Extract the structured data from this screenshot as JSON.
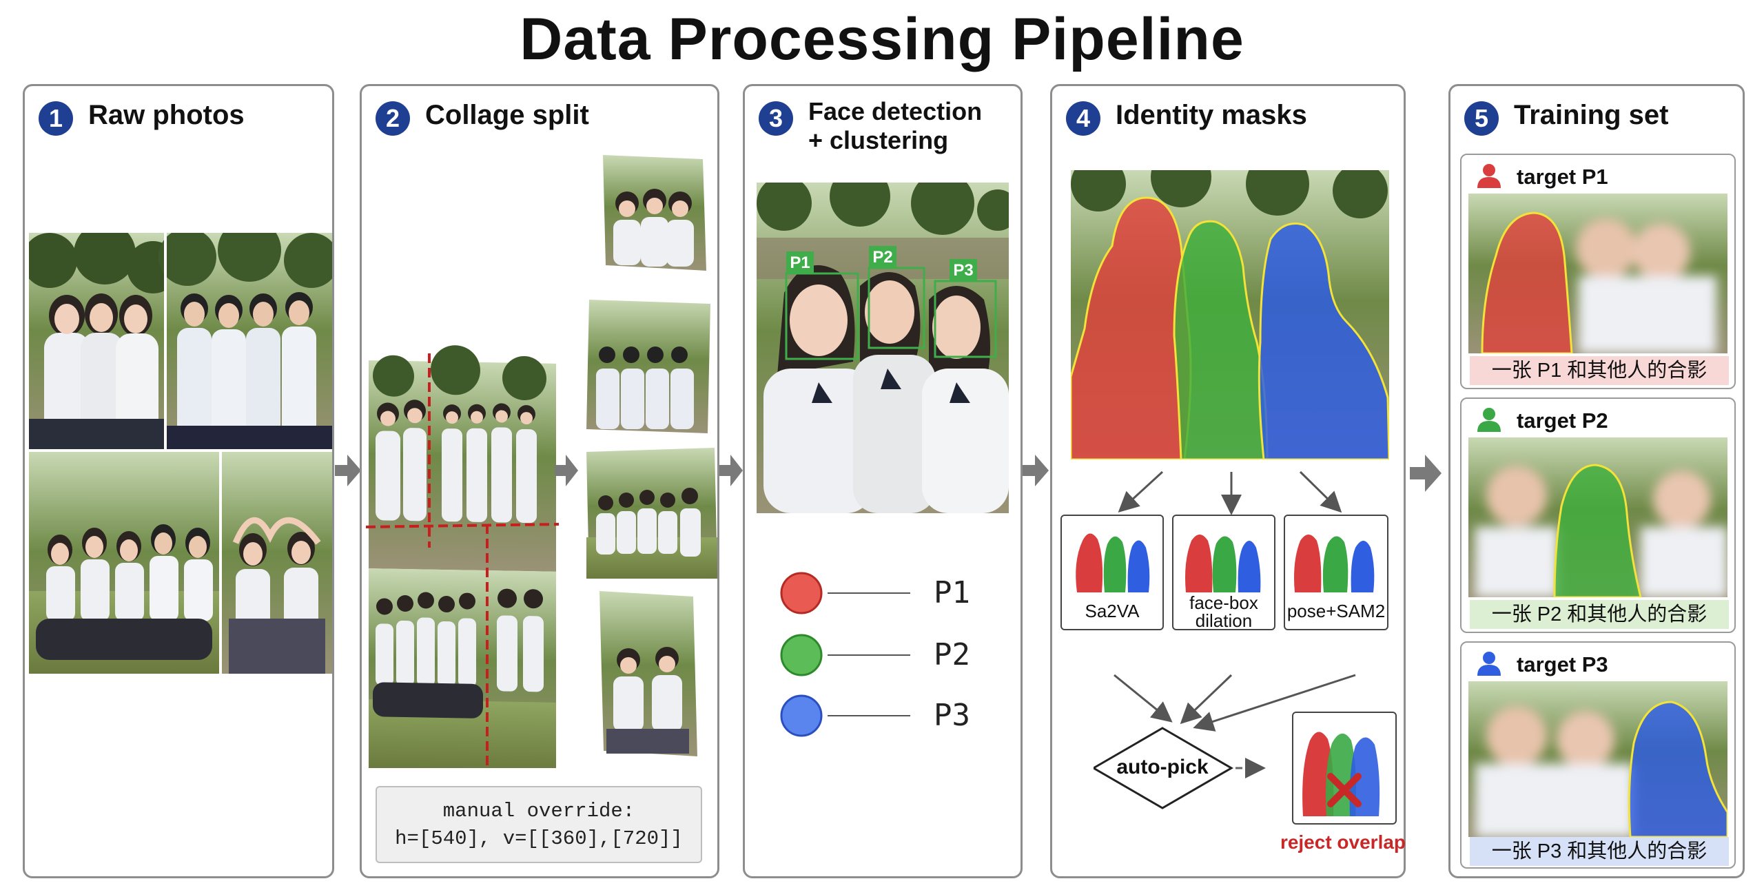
{
  "title": "Data Processing Pipeline",
  "colors": {
    "p1": "#d93d3d",
    "p2": "#3aa845",
    "p3": "#2f5ee0",
    "badge": "#1f3f93",
    "reject": "#c82828",
    "box": "#3fae4a"
  },
  "panels": [
    {
      "num": "1",
      "title": "Raw photos"
    },
    {
      "num": "2",
      "title": "Collage split",
      "override_line1": "manual override:",
      "override_line2": "h=[540], v=[[360],[720]]"
    },
    {
      "num": "3",
      "title_line1": "Face detection",
      "title_line2": "+ clustering",
      "face_labels": [
        "P1",
        "P2",
        "P3"
      ],
      "legend": [
        "P1",
        "P2",
        "P3"
      ]
    },
    {
      "num": "4",
      "title": "Identity masks",
      "methods": [
        {
          "label": "Sa2VA"
        },
        {
          "label_line1": "face-box",
          "label_line2": "dilation"
        },
        {
          "label": "pose+SAM2"
        }
      ],
      "autopick": "auto-pick",
      "reject": "reject overlap"
    },
    {
      "num": "5",
      "title": "Training set",
      "targets": [
        {
          "label": "target P1",
          "caption": "一张 P1 和其他人的合影"
        },
        {
          "label": "target P2",
          "caption": "一张 P2 和其他人的合影"
        },
        {
          "label": "target P3",
          "caption": "一张 P3 和其他人的合影"
        }
      ]
    }
  ]
}
